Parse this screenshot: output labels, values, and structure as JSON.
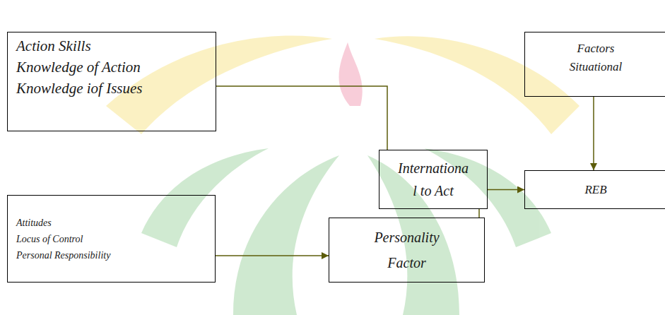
{
  "diagram": {
    "nodes": [
      {
        "text": [
          "Action Skills",
          "Knowledge of Action",
          "Knowledge iof Issues"
        ]
      },
      {
        "text": [
          "Factors Situational"
        ]
      },
      {
        "text": [
          "Internationa l to Act"
        ]
      },
      {
        "text": [
          "REB"
        ]
      },
      {
        "text": [
          "Attitudes",
          "Locus of Control",
          "Personal Responsibility"
        ]
      },
      {
        "text": [
          "Personality Factor"
        ]
      }
    ],
    "edges": [
      {
        "from": 0,
        "to": 2,
        "arrow": "none"
      },
      {
        "from": 1,
        "to": 3,
        "arrow": "to"
      },
      {
        "from": 2,
        "to": 3,
        "arrow": "to"
      },
      {
        "from": 4,
        "to": 5,
        "arrow": "to"
      },
      {
        "from": 5,
        "to": 2,
        "arrow": "none"
      }
    ]
  }
}
